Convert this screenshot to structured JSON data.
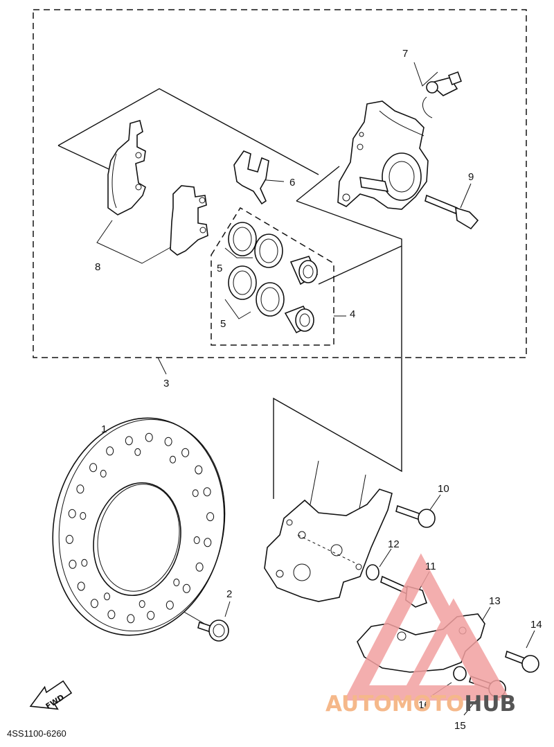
{
  "diagram": {
    "part_code": "4SS1100-6260",
    "fwd_label": "FWD",
    "callouts": [
      "1",
      "2",
      "3",
      "4",
      "5",
      "5",
      "6",
      "7",
      "8",
      "9",
      "10",
      "11",
      "12",
      "13",
      "14",
      "15",
      "16"
    ]
  },
  "watermark": {
    "text_auto": "AUTOMOTO",
    "text_hub": "HUB",
    "color_primary": "#f2a0a0",
    "color_accent": "#f5b88a",
    "color_dark": "#555555"
  }
}
